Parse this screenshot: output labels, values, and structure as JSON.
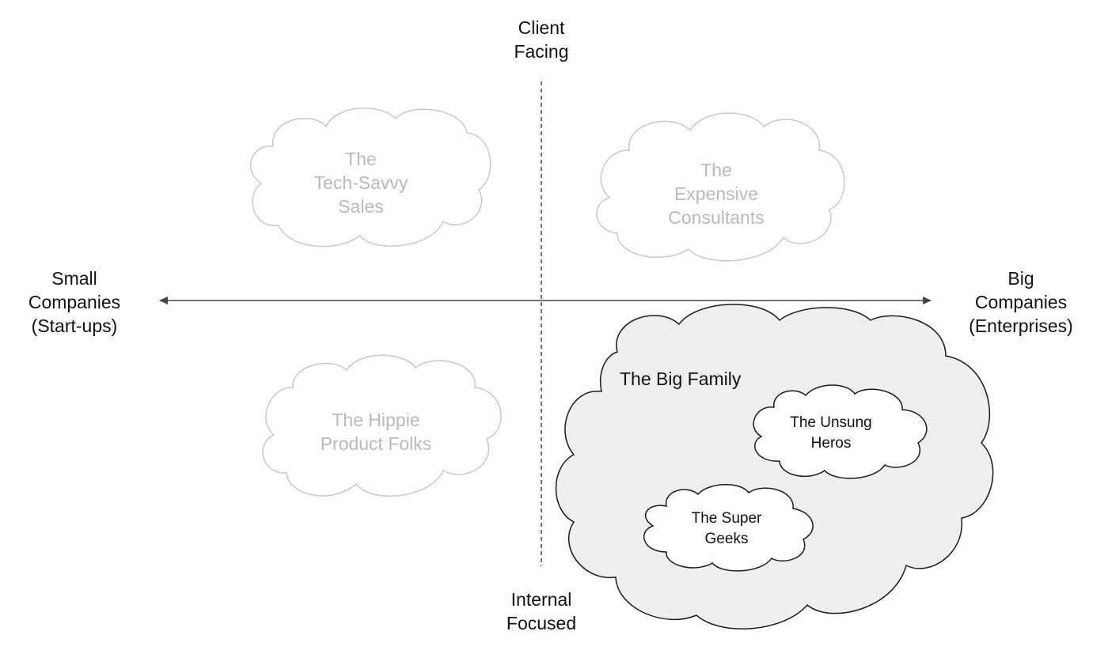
{
  "axes": {
    "top_label": [
      "Client",
      "Facing"
    ],
    "bottom_label": [
      "Internal",
      "Focused"
    ],
    "left_label": [
      "Small",
      "Companies",
      "(Start-ups)"
    ],
    "right_label": [
      "Big",
      "Companies",
      "(Enterprises)"
    ]
  },
  "clouds": {
    "tech_savvy_sales": [
      "The",
      "Tech-Savvy",
      "Sales"
    ],
    "expensive_consultants": [
      "The",
      "Expensive",
      "Consultants"
    ],
    "hippie_product_folks": [
      "The Hippie",
      "Product Folks"
    ],
    "big_family": "The Big Family",
    "unsung_heros": [
      "The Unsung",
      "Heros"
    ],
    "super_geeks": [
      "The Super",
      "Geeks"
    ]
  },
  "colors": {
    "axis": "#444444",
    "faded_cloud_stroke": "#c8c8c8",
    "faded_text": "#b9b9b9",
    "big_cloud_fill": "#efefef",
    "dark_stroke": "#1a1a1a"
  }
}
